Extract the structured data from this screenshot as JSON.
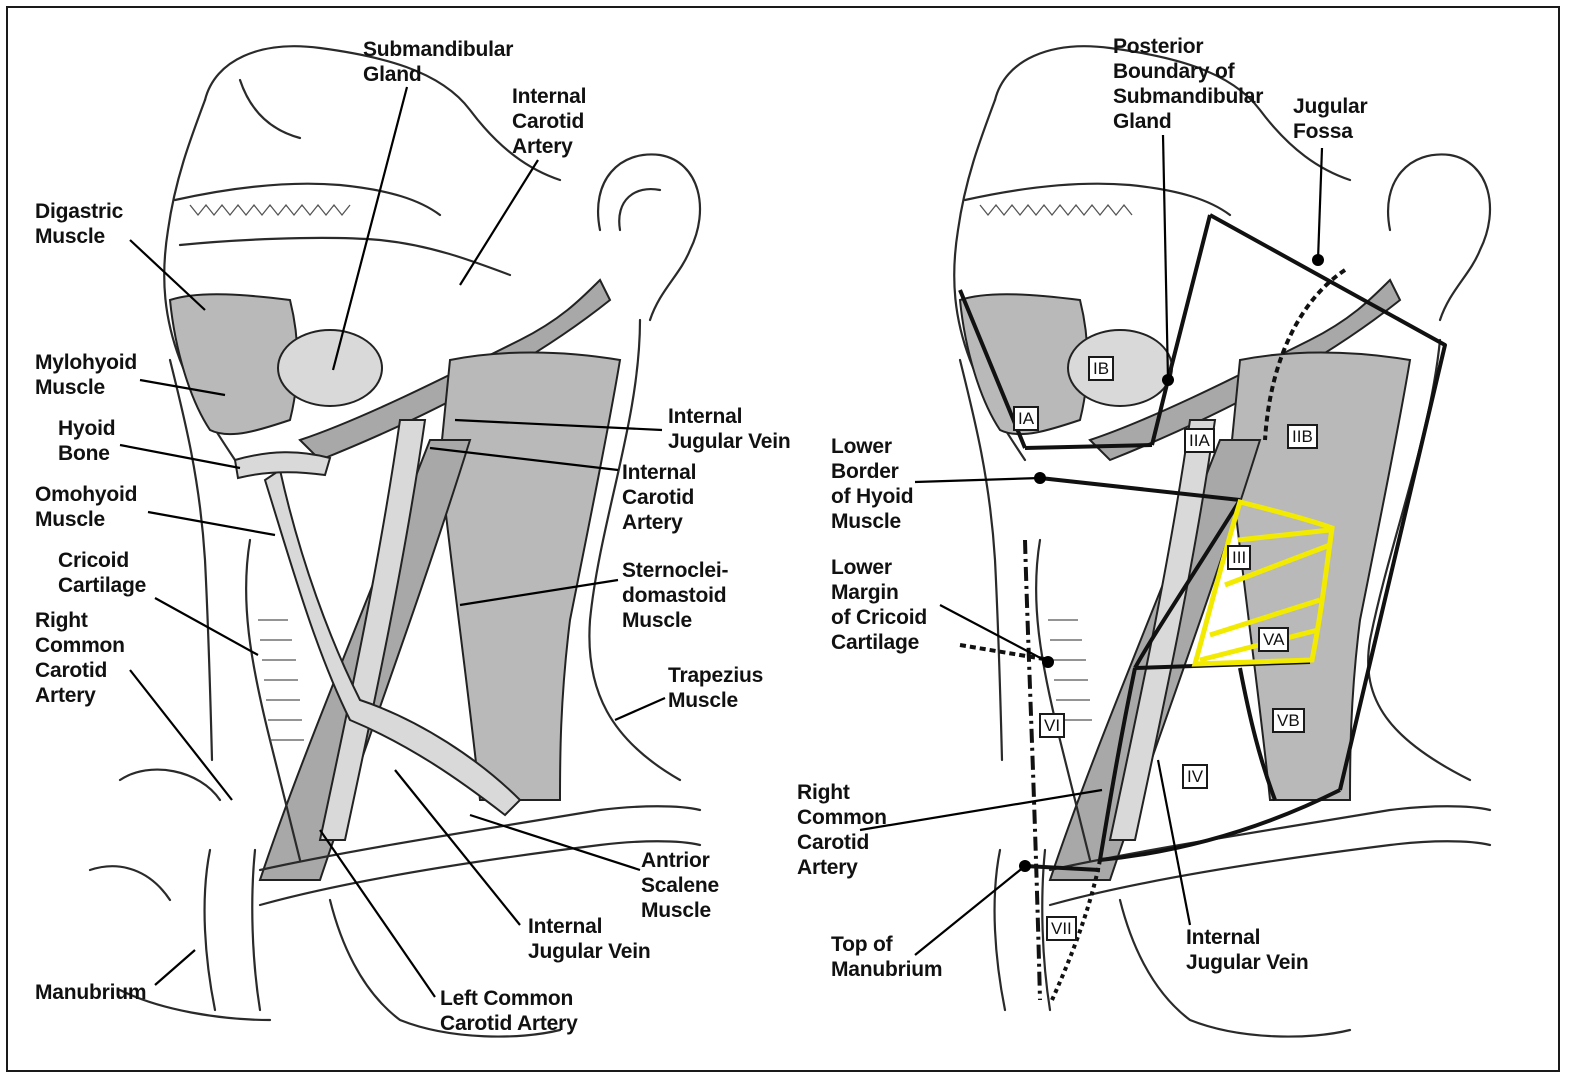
{
  "left_panel": {
    "labels": {
      "submandibular_gland": "Submandibular\nGland",
      "internal_carotid_top": "Internal\nCarotid\nArtery",
      "digastric": "Digastric\nMuscle",
      "mylohyoid": "Mylohyoid\nMuscle",
      "hyoid": "Hyoid\nBone",
      "omohyoid": "Omohyoid\nMuscle",
      "cricoid": "Cricoid\nCartilage",
      "right_common_carotid": "Right\nCommon\nCarotid\nArtery",
      "manubrium": "Manubrium",
      "internal_jugular_top": "Internal\nJugular Vein",
      "internal_carotid_mid": "Internal\nCarotid\nArtery",
      "sternocleidomastoid": "Sternoclei-\ndomastoid\nMuscle",
      "trapezius": "Trapezius\nMuscle",
      "anterior_scalene": "Antrior\nScalene\nMuscle",
      "internal_jugular_bottom": "Internal\nJugular Vein",
      "left_common_carotid": "Left Common\nCarotid Artery"
    }
  },
  "right_panel": {
    "labels": {
      "posterior_boundary": "Posterior\nBoundary of\nSubmandibular\nGland",
      "jugular_fossa": "Jugular\nFossa",
      "lower_border_hyoid": "Lower\nBorder\nof Hyoid\nMuscle",
      "lower_margin_cricoid": "Lower\nMargin\nof Cricoid\nCartilage",
      "right_common_carotid": "Right\nCommon\nCarotid\nArtery",
      "top_manubrium": "Top of\nManubrium",
      "internal_jugular": "Internal\nJugular Vein"
    },
    "levels": {
      "IA": "IA",
      "IB": "IB",
      "IIA": "IIA",
      "IIB": "IIB",
      "III": "III",
      "VA": "VA",
      "VB": "VB",
      "IV": "IV",
      "VI": "VI",
      "VII": "VII"
    },
    "highlight_color": "#f2ea00"
  }
}
